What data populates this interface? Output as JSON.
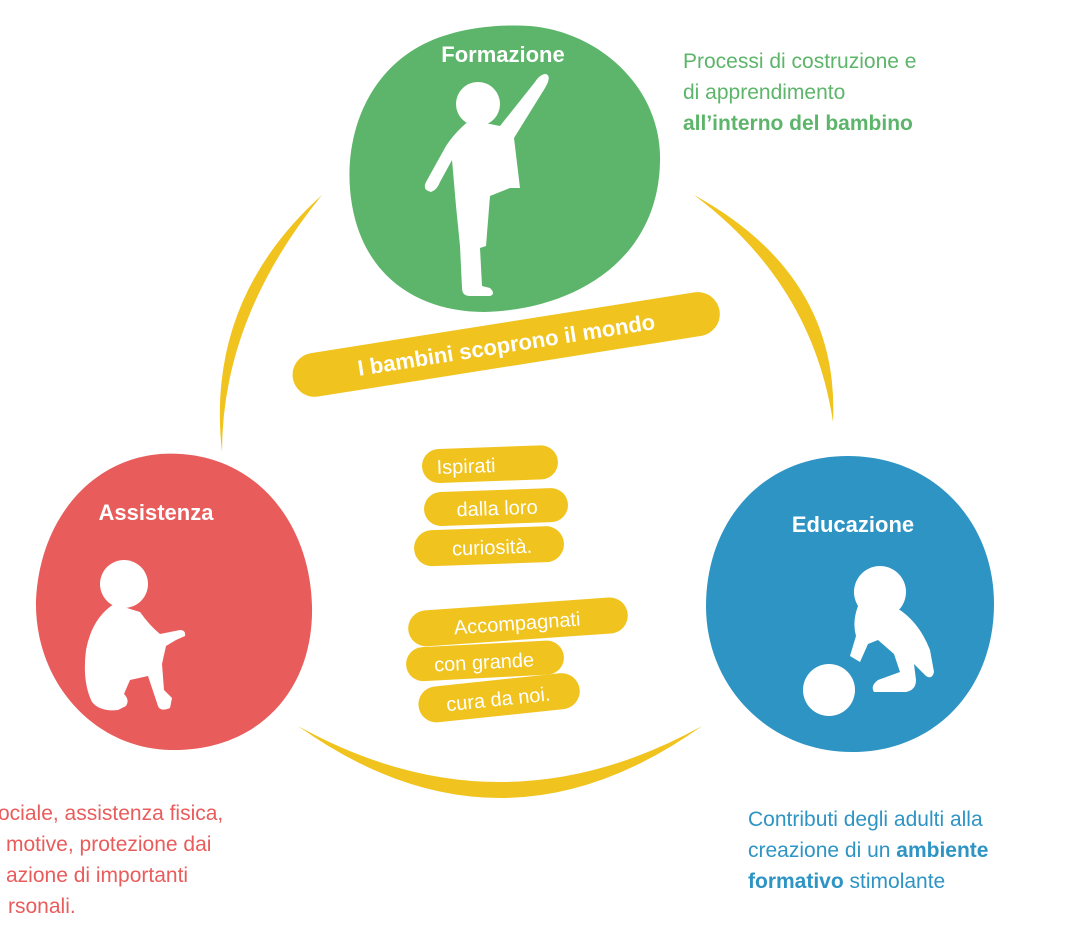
{
  "colors": {
    "formazione": "#5cb56a",
    "assistenza": "#e95c5c",
    "educazione": "#2e94c4",
    "accent_yellow": "#f0c31e"
  },
  "banner": {
    "text": "I bambini scoprono il mondo"
  },
  "center_notes": {
    "note1": [
      "Ispirati",
      "dalla loro",
      "curiosità."
    ],
    "note2": [
      "Accompagnati",
      "con grande",
      "cura da noi."
    ]
  },
  "nodes": {
    "formazione": {
      "title": "Formazione",
      "icon": "child-pointing-silhouette-icon",
      "desc": {
        "line1": "Processi di costruzione e",
        "line2": "di apprendimento",
        "line3_bold": "all’interno del bambino"
      }
    },
    "assistenza": {
      "title": "Assistenza",
      "icon": "baby-crawling-silhouette-icon",
      "desc": {
        "line1": "ociale, assistenza fisica,",
        "line2": "motive, protezione dai",
        "line3": "azione di importanti",
        "line4": "rsonali."
      }
    },
    "educazione": {
      "title": "Educazione",
      "icon": "child-with-ball-silhouette-icon",
      "desc": {
        "line1": "Contributi degli adulti alla",
        "line2_pre": "creazione di un ",
        "line2_bold": "ambiente",
        "line3_bold": "formativo",
        "line3_post": " stimolante"
      }
    }
  }
}
